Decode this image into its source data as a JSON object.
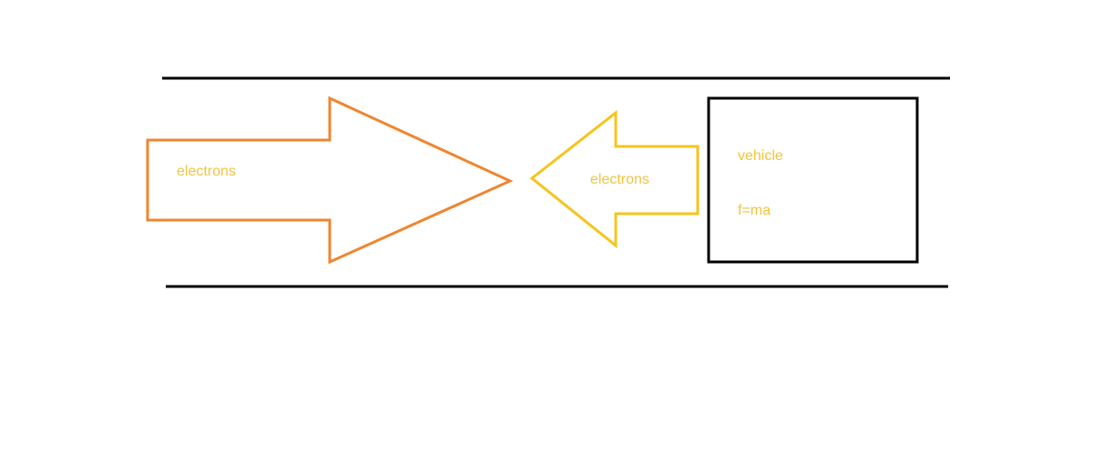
{
  "labels": {
    "left_arrow": "electrons",
    "right_arrow": "electrons",
    "vehicle": "vehicle",
    "formula": "f=ma"
  },
  "colors": {
    "left_arrow": "#f0852f",
    "right_arrow": "#f5c41d",
    "text": "#f2c43a",
    "lines": "#000000"
  }
}
